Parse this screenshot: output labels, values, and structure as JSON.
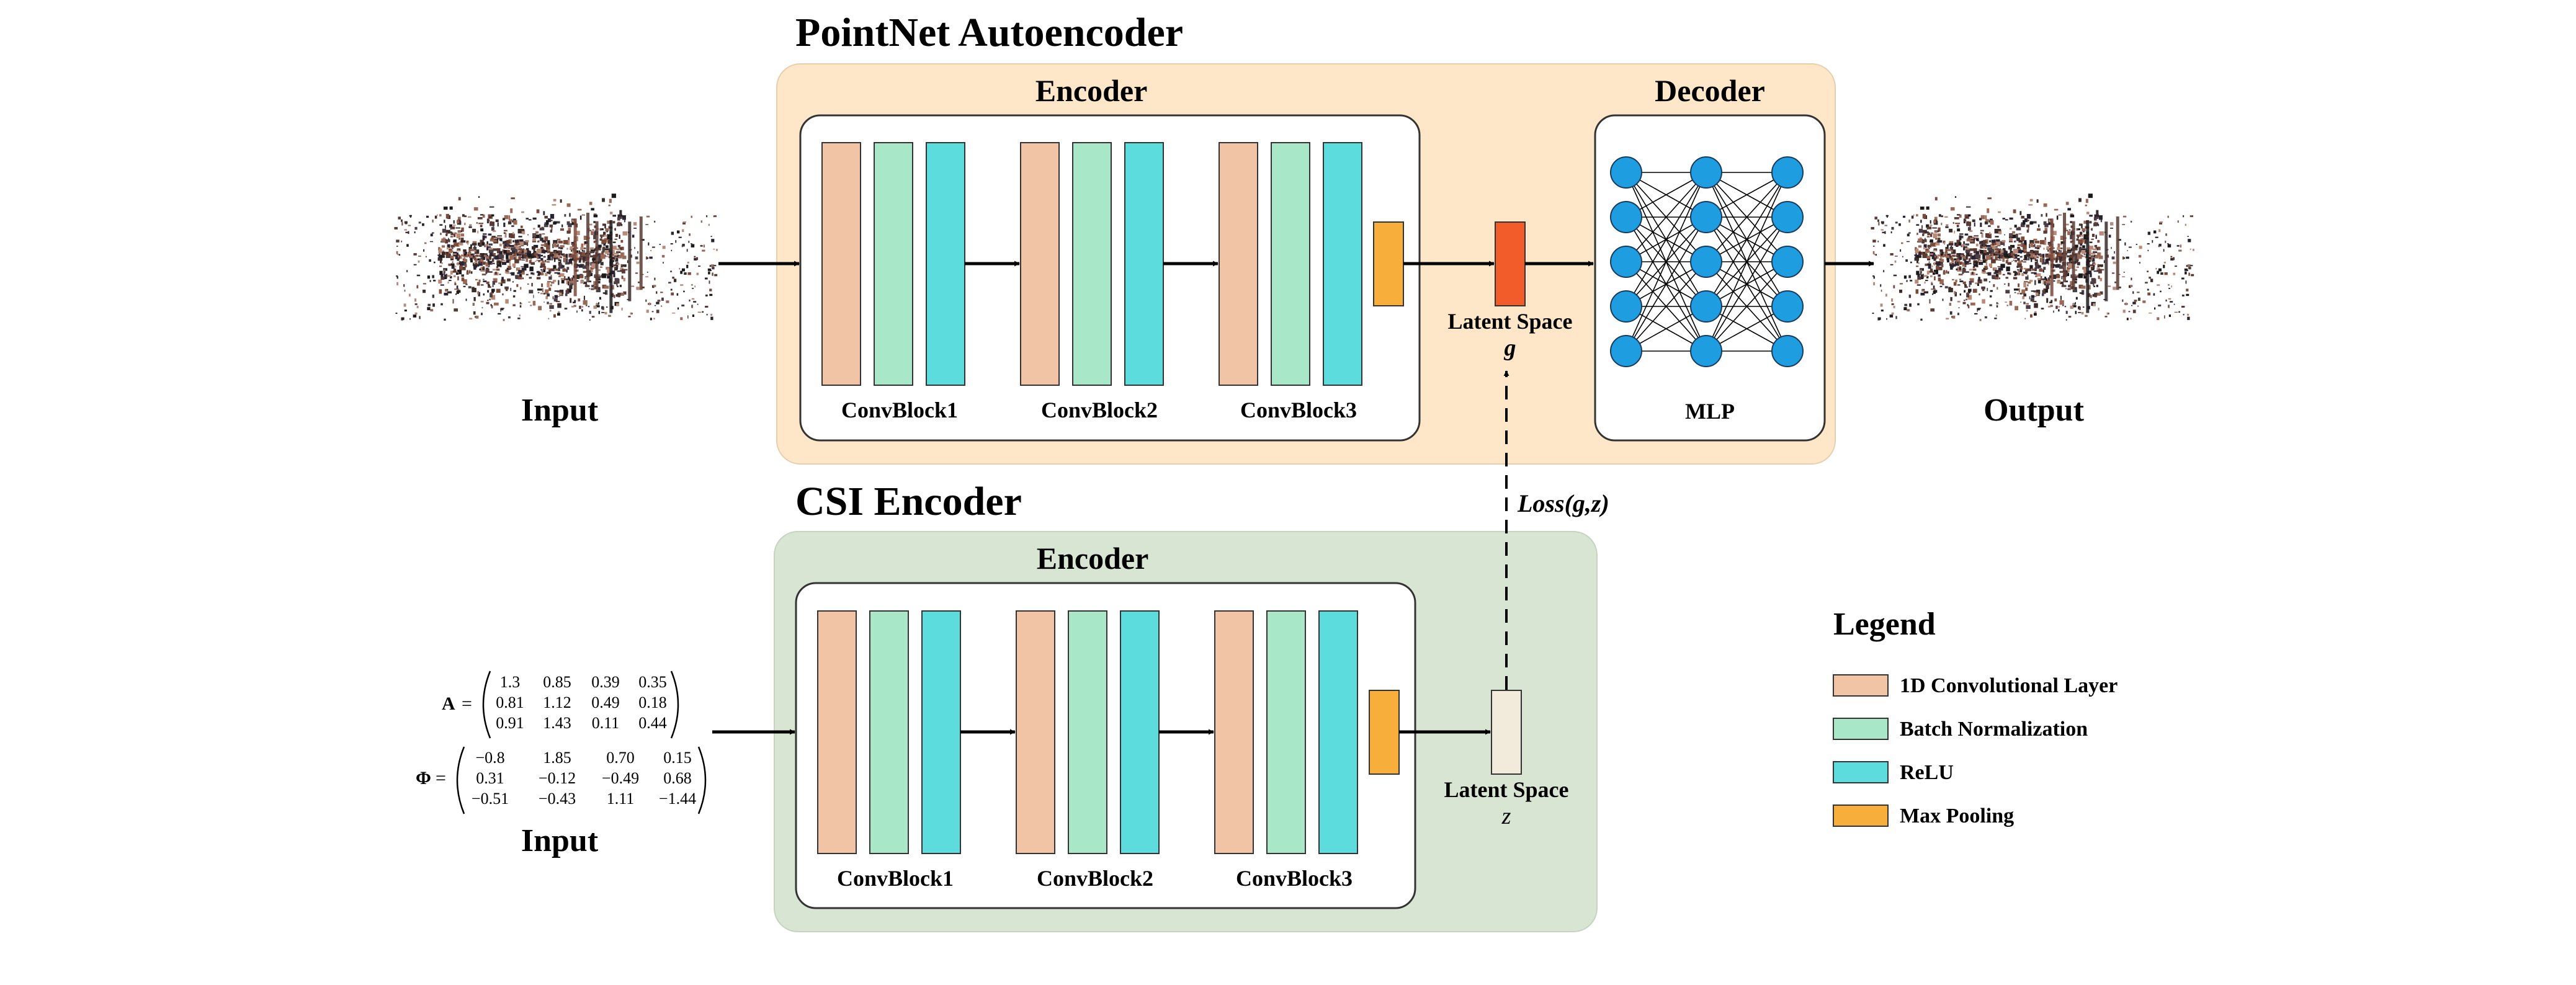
{
  "titles": {
    "pointnet": "PointNet Autoencoder",
    "csi": "CSI Encoder"
  },
  "pointnet": {
    "encoder_title": "Encoder",
    "decoder_title": "Decoder",
    "blocks": [
      "ConvBlock1",
      "ConvBlock2",
      "ConvBlock3"
    ],
    "latent_label": "Latent Space",
    "latent_symbol": "g",
    "mlp_label": "MLP",
    "input_label": "Input",
    "output_label": "Output"
  },
  "csi": {
    "encoder_title": "Encoder",
    "blocks": [
      "ConvBlock1",
      "ConvBlock2",
      "ConvBlock3"
    ],
    "latent_label": "Latent Space",
    "latent_symbol": "z",
    "input_label": "Input",
    "matrix_A_label": "A",
    "matrix_A": [
      [
        "1.3",
        "0.85",
        "0.39",
        "0.35"
      ],
      [
        "0.81",
        "1.12",
        "0.49",
        "0.18"
      ],
      [
        "0.91",
        "1.43",
        "0.11",
        "0.44"
      ]
    ],
    "matrix_Phi_label": "Φ",
    "matrix_Phi": [
      [
        "−0.8",
        "1.85",
        "0.70",
        "0.15"
      ],
      [
        "0.31",
        "−0.12",
        "−0.49",
        "0.68"
      ],
      [
        "−0.51",
        "−0.43",
        "1.11",
        "−1.44"
      ]
    ]
  },
  "loss_label": "Loss(g,z)",
  "legend": {
    "title": "Legend",
    "items": [
      {
        "label": "1D Convolutional Layer",
        "color": "#f2c4a6"
      },
      {
        "label": "Batch Normalization",
        "color": "#a8e8c8"
      },
      {
        "label": "ReLU",
        "color": "#5cdcdc"
      },
      {
        "label": "Max Pooling",
        "color": "#f7ae3a"
      }
    ]
  },
  "colors": {
    "pointnet_panel": "#fde7c8",
    "csi_panel": "#d9e5d3",
    "latent_g": "#f25c2a",
    "latent_z": "#f2eadb",
    "neuron": "#1e9ee0"
  }
}
